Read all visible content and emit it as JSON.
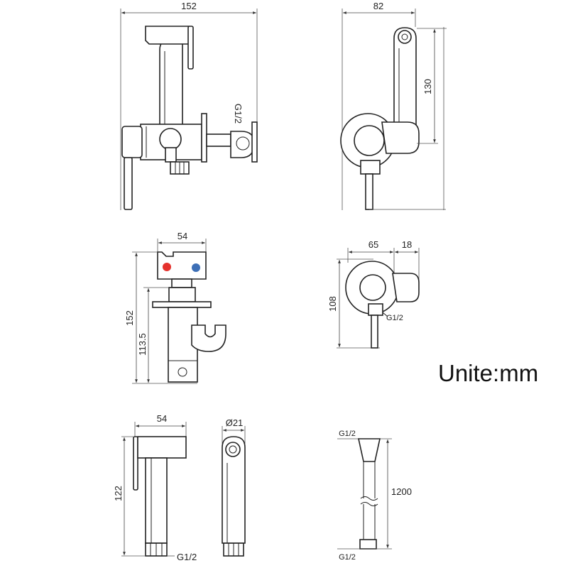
{
  "units_label": "Unite:mm",
  "front_view": {
    "overall_width": "152",
    "thread": "G1/2"
  },
  "side_view": {
    "depth": "82",
    "sprayer_height": "130"
  },
  "valve_front": {
    "width": "54",
    "total_height": "152",
    "body_height": "113.5"
  },
  "valve_side": {
    "ring_width": "65",
    "holder_width": "18",
    "height": "108",
    "thread": "G1/2"
  },
  "sprayer_front": {
    "width": "54",
    "height": "122",
    "thread": "G1/2"
  },
  "sprayer_side": {
    "diameter": "Ø21"
  },
  "hose": {
    "top_thread": "G1/2",
    "length": "1200",
    "bottom_thread": "G1/2"
  },
  "colors": {
    "hot_indicator": "#e5322d",
    "cold_indicator": "#3d6fb6"
  }
}
